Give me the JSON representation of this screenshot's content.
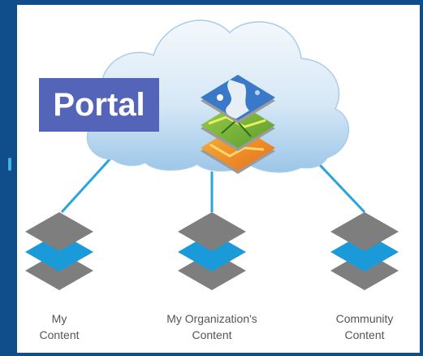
{
  "portal": {
    "label": "Portal"
  },
  "content_sources": [
    {
      "line1": "My",
      "line2": "Content"
    },
    {
      "line1": "My Organization's",
      "line2": "Content"
    },
    {
      "line1": "Community",
      "line2": "Content"
    }
  ],
  "colors": {
    "background": "#0f4e8a",
    "panel": "#ffffff",
    "cloud_top": "#f4f8fc",
    "cloud_bottom": "#9bc6e8",
    "portal_label_bg": "#5464b8",
    "connector": "#2aa5dc",
    "stack_gray": "#7e7e7e",
    "stack_blue": "#1a9ad8",
    "layer_map_blue": "#3a79c8",
    "layer_green": "#73b341",
    "layer_orange": "#ef8a24"
  },
  "icons": [
    "cloud-icon",
    "map-layers-icon",
    "content-stack-icon"
  ]
}
